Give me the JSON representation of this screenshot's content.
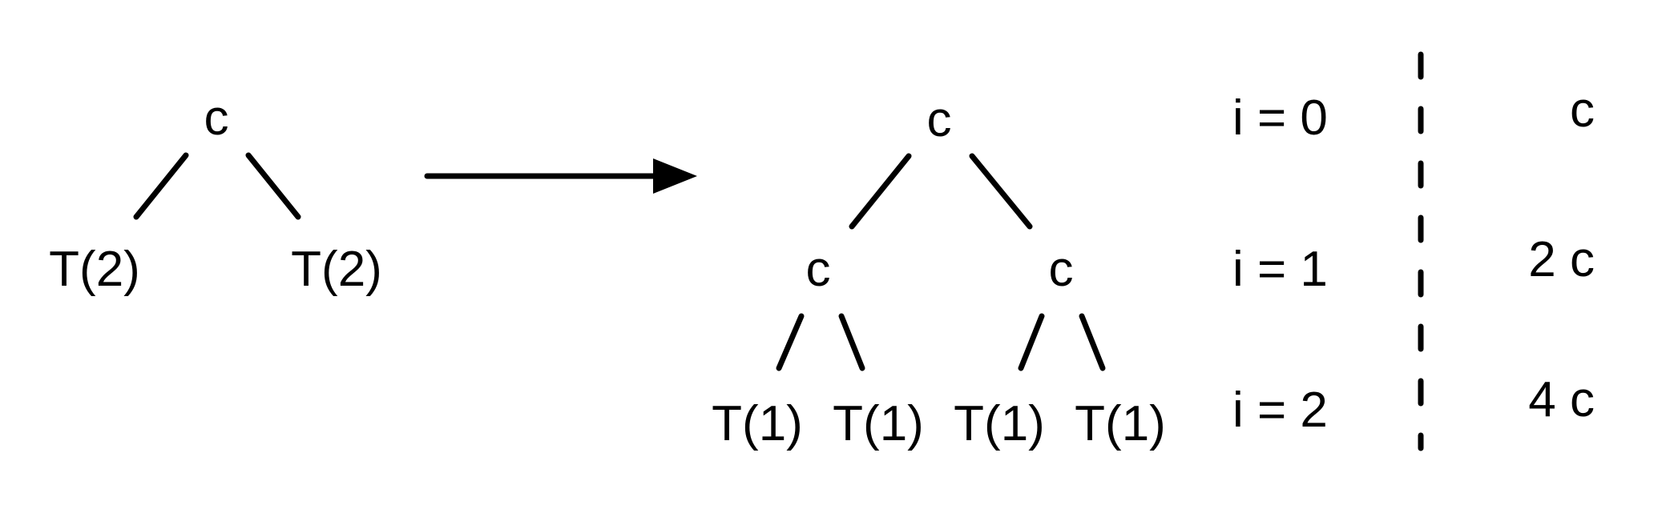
{
  "left_tree": {
    "root": "c",
    "children": [
      "T(2)",
      "T(2)"
    ]
  },
  "right_tree": {
    "root": "c",
    "level1": [
      "c",
      "c"
    ],
    "level2": [
      "T(1)",
      "T(1)",
      "T(1)",
      "T(1)"
    ]
  },
  "levels": [
    {
      "index": "i = 0",
      "cost": "c"
    },
    {
      "index": "i = 1",
      "cost": "2 c"
    },
    {
      "index": "i = 2",
      "cost": "4 c"
    }
  ],
  "colors": {
    "ink": "#000000",
    "background": "#ffffff"
  }
}
